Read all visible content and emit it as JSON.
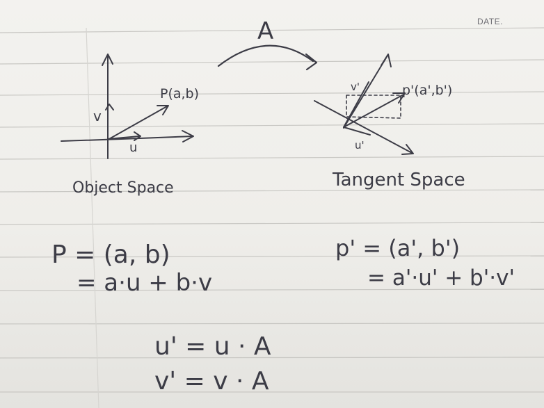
{
  "header": {
    "date_label": "DATE."
  },
  "transform": {
    "label": "A"
  },
  "object_space": {
    "caption": "Object Space",
    "point_label": "P(a,b)",
    "u_label": "u",
    "v_label": "v"
  },
  "tangent_space": {
    "caption": "Tangent Space",
    "point_label": "p'(a',b')",
    "u_label": "u'",
    "v_label": "v'"
  },
  "equations": {
    "p_line1": "P = (a, b)",
    "p_line2": "= a·u + b·v",
    "p_prime_line1": "p' = (a', b')",
    "p_prime_line2": "= a'·u' + b'·v'",
    "u_prime": "u' = u · A",
    "v_prime": "v' = v · A"
  },
  "colors": {
    "ink": "#3c3c46",
    "rule_line": "#c9c8c4",
    "margin_line": "#d6d5d1",
    "paper": "#f1f0ec"
  }
}
